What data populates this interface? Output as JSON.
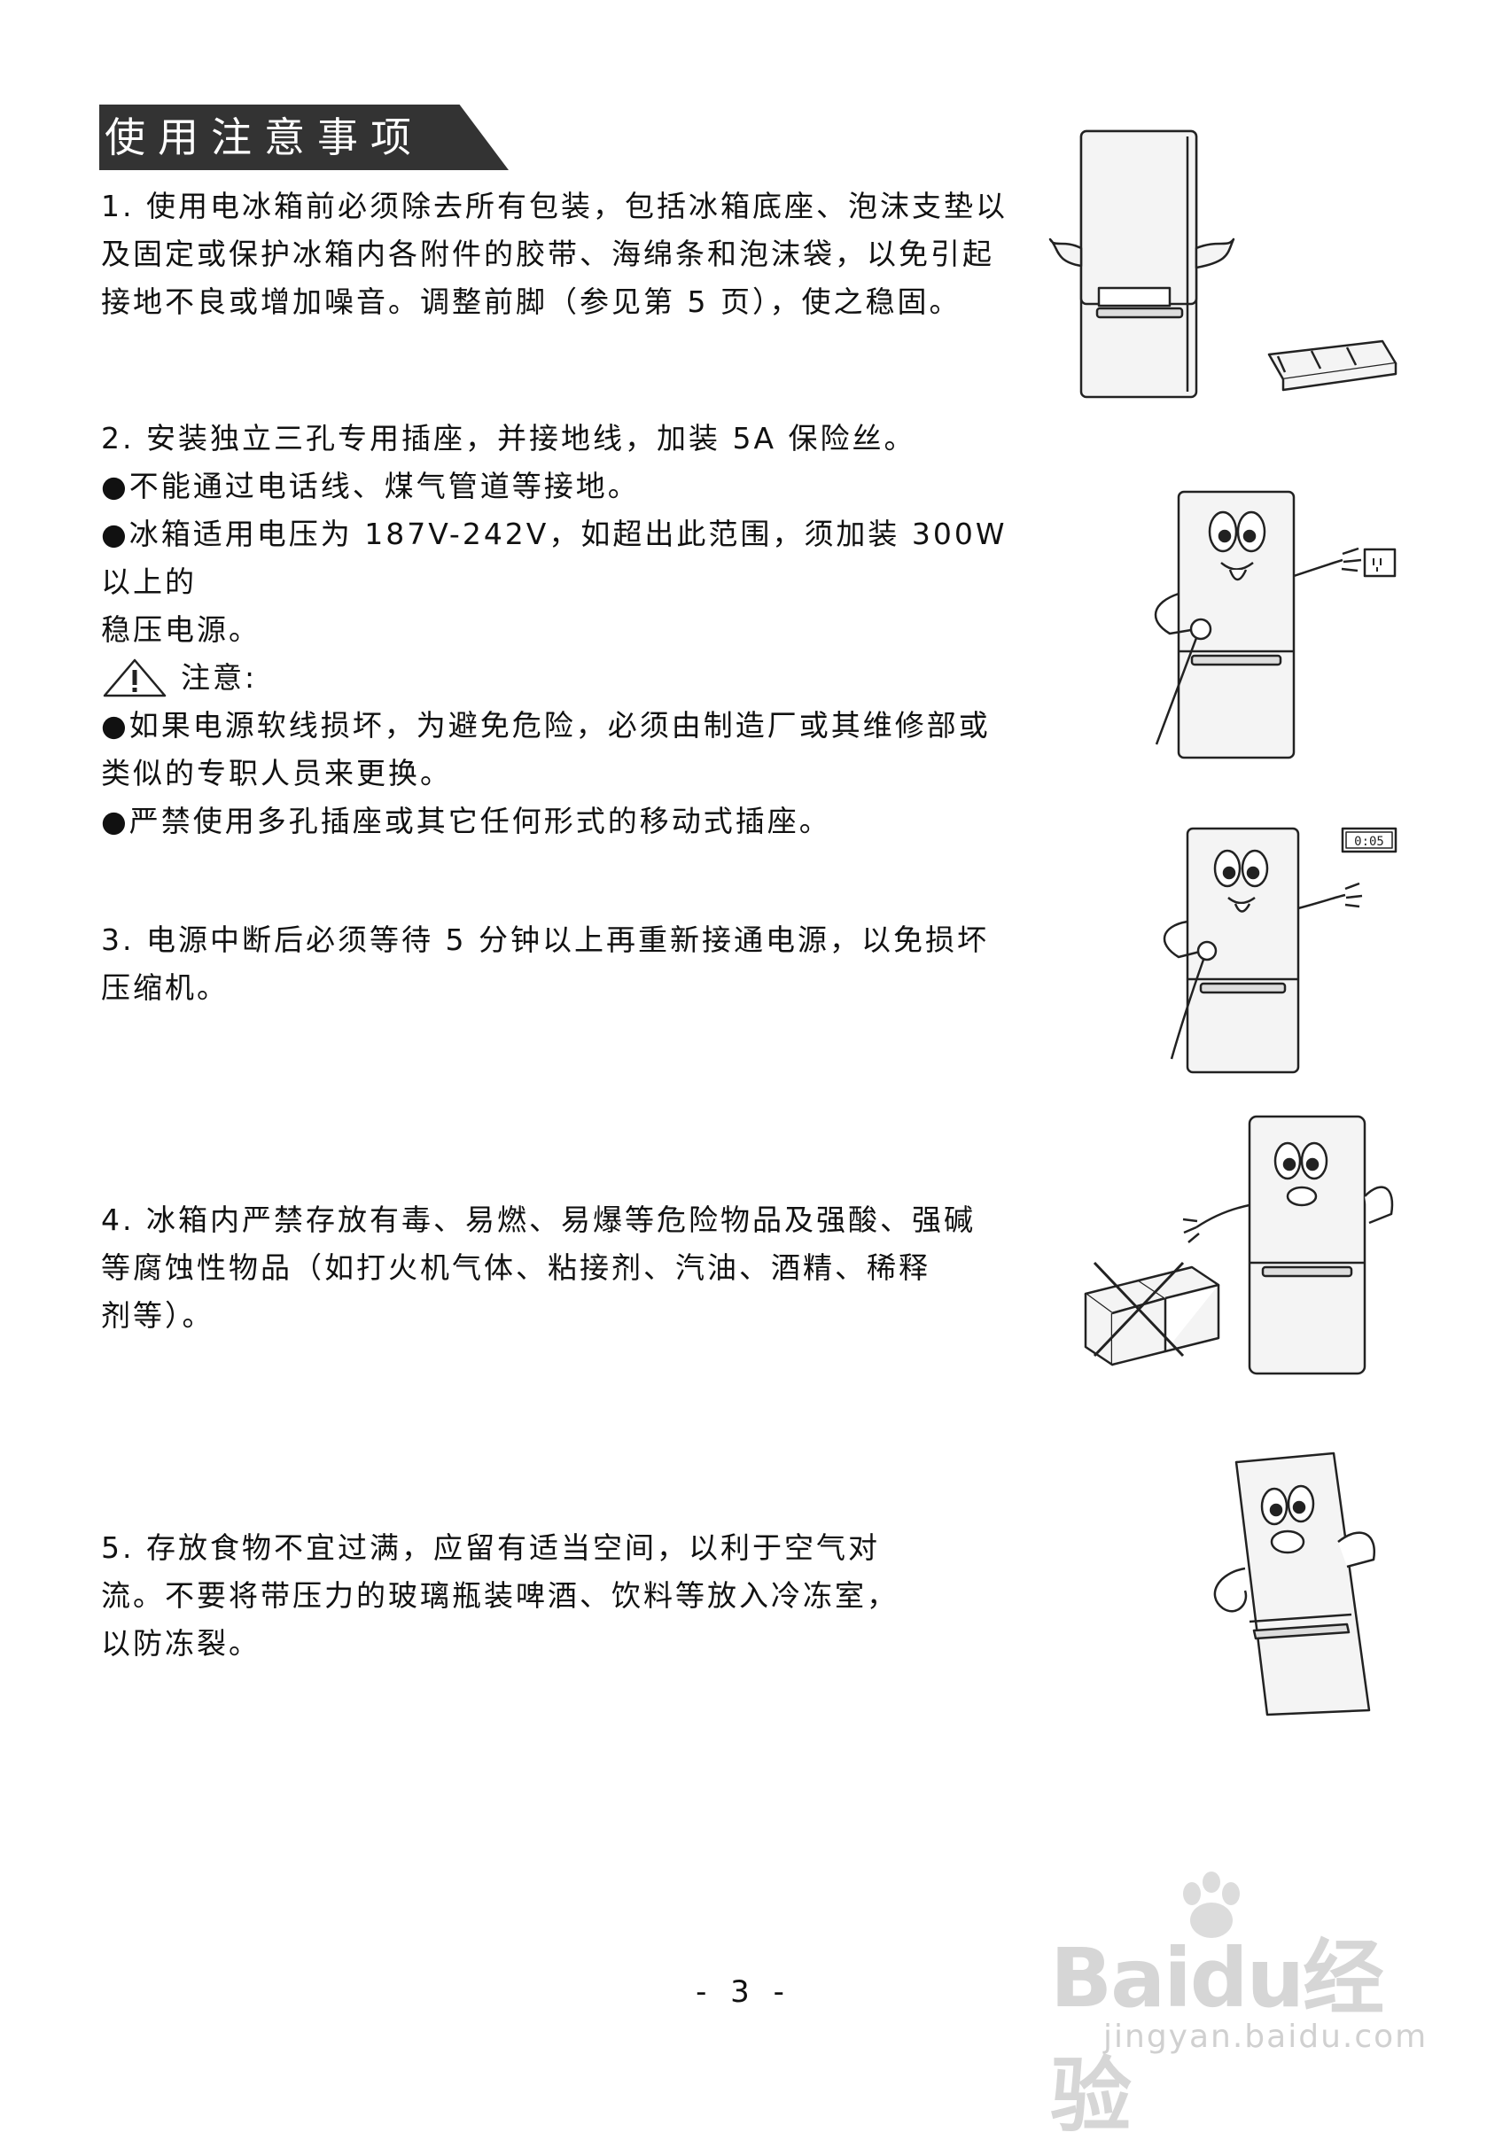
{
  "header": {
    "title": "使用注意事项"
  },
  "sections": {
    "s1": {
      "lines": [
        "1. 使用电冰箱前必须除去所有包装，包括冰箱底座、泡沫支垫以",
        "及固定或保护冰箱内各附件的胶带、海绵条和泡沫袋，以免引起",
        "接地不良或增加噪音。调整前脚（参见第 5 页），使之稳固。"
      ]
    },
    "s2": {
      "lines": [
        "2. 安装独立三孔专用插座，并接地线，加装 5A 保险丝。",
        "●不能通过电话线、煤气管道等接地。",
        "●冰箱适用电压为 187V-242V，如超出此范围，须加装 300W 以上的",
        "稳压电源。"
      ],
      "note_label": "注意:",
      "note_lines": [
        "●如果电源软线损坏，为避免危险，必须由制造厂或其维修部或",
        "类似的专职人员来更换。",
        "●严禁使用多孔插座或其它任何形式的移动式插座。"
      ]
    },
    "s3": {
      "lines": [
        "3. 电源中断后必须等待 5 分钟以上再重新接通电源，以免损坏",
        "压缩机。"
      ]
    },
    "s4": {
      "lines": [
        "4. 冰箱内严禁存放有毒、易燃、易爆等危险物品及强酸、强碱",
        "等腐蚀性物品（如打火机气体、粘接剂、汽油、酒精、稀释",
        "剂等）。"
      ]
    },
    "s5": {
      "lines": [
        "5. 存放食物不宜过满，应留有适当空间，以利于空气对",
        "流。不要将带压力的玻璃瓶装啤酒、饮料等放入冷冻室，",
        "以防冻裂。"
      ]
    }
  },
  "illustrations": {
    "timer_display": "0:05"
  },
  "page_number": "- 3 -",
  "watermark": {
    "logo": "Baidu经验",
    "url": "jingyan.baidu.com"
  },
  "icons": [
    "warning-triangle-icon",
    "paw-icon"
  ]
}
